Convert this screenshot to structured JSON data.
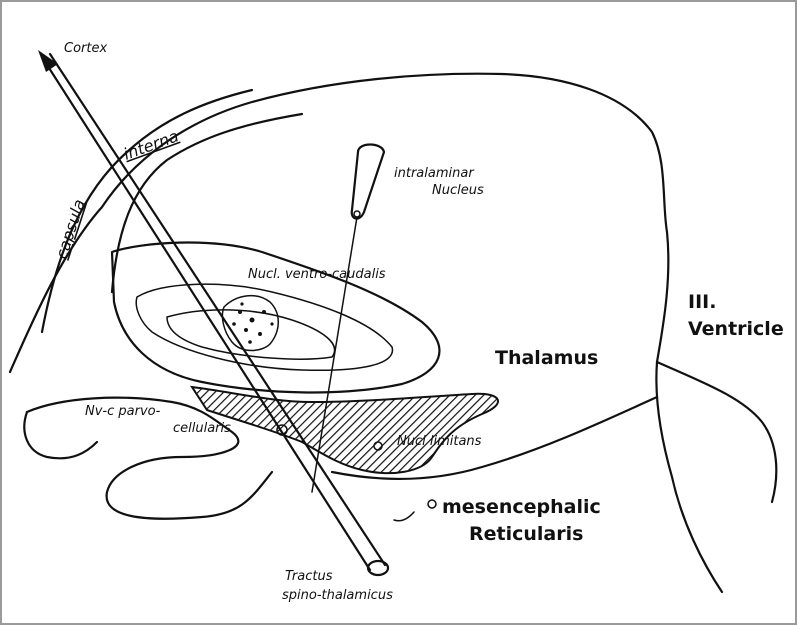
{
  "labels": {
    "cortex": "Cortex",
    "capsula": "capsula",
    "interna": "interna",
    "intralaminar": "intralaminar",
    "nucleus": "Nucleus",
    "nucl_ventro_caudalis": "Nucl. ventro-caudalis",
    "third": "III.",
    "ventricle": "Ventricle",
    "thalamus": "Thalamus",
    "nvc_parvo": "Nv-c parvo-",
    "cellularis": "cellularis",
    "nucl_limitans": "Nucl limitans",
    "mesencephalic": "mesencephalic",
    "reticularis": "Reticularis",
    "tractus": "Tractus",
    "spino_thalamicus": "spino-thalamicus"
  },
  "colors": {
    "ink": "#111111",
    "frame": "#9a9a9a",
    "background": "#ffffff"
  }
}
